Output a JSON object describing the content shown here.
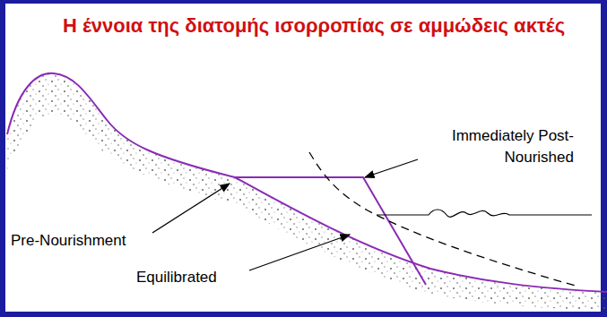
{
  "diagram": {
    "title": "Η έννοια της διατομής ισορροπίας σε αμμώδεις ακτές",
    "labels": [
      "Immediately Post-Nourished",
      "Pre-Nourishment",
      "Equilibrated"
    ]
  }
}
